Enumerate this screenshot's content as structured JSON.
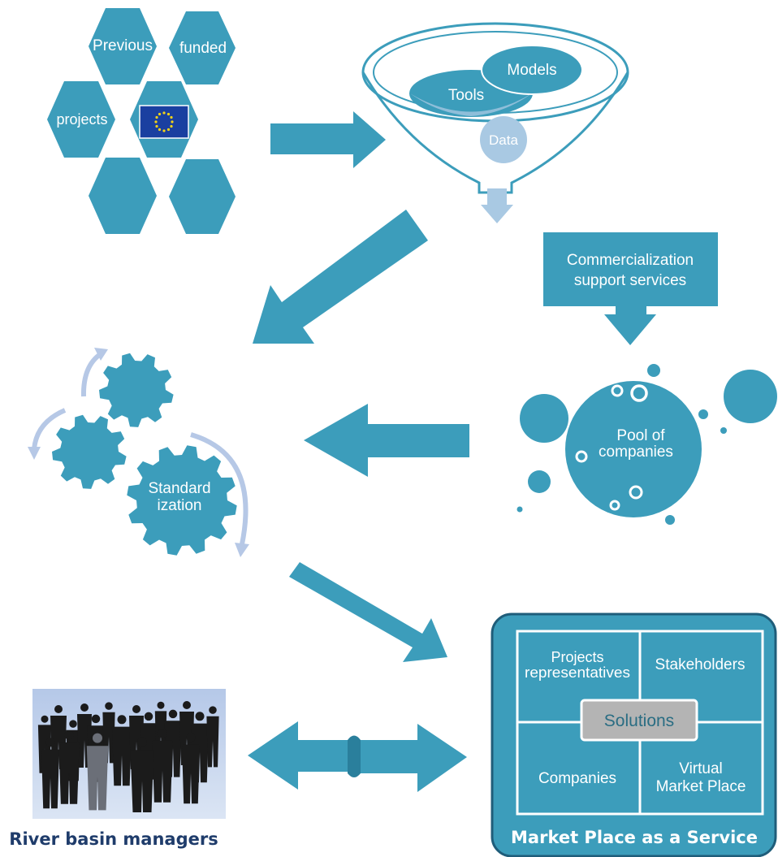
{
  "colors": {
    "primary": "#3c9dbb",
    "primary_dark": "#2a7f9c",
    "light_blue": "#a9c9e3",
    "gear_arrow": "#b6c8e6",
    "solutions_bg": "#b4b4b4",
    "caption_dark": "#1f3c6b",
    "eu_flag": "#1a3fa0",
    "eu_stars": "#f5d316"
  },
  "projects": {
    "hex_labels": [
      "Previous",
      "funded",
      "projects"
    ],
    "eu_flag_icon": "eu-flag-icon"
  },
  "funnel": {
    "items": [
      "Models",
      "Tools",
      "Data"
    ]
  },
  "commercialization": {
    "line1": "Commercialization",
    "line2": "support services"
  },
  "pool": {
    "line1": "Pool of",
    "line2": "companies"
  },
  "standardization": {
    "line1": "Standard",
    "line2": "ization"
  },
  "river_basin": {
    "caption": "River basin managers",
    "image_icon": "people-crowd-icon"
  },
  "marketplace": {
    "caption": "Market Place as a Service",
    "quadrants": {
      "projects_line1": "Projects",
      "projects_line2": "representatives",
      "stakeholders": "Stakeholders",
      "companies": "Companies",
      "virtual_line1": "Virtual",
      "virtual_line2": "Market Place"
    },
    "center": "Solutions"
  }
}
